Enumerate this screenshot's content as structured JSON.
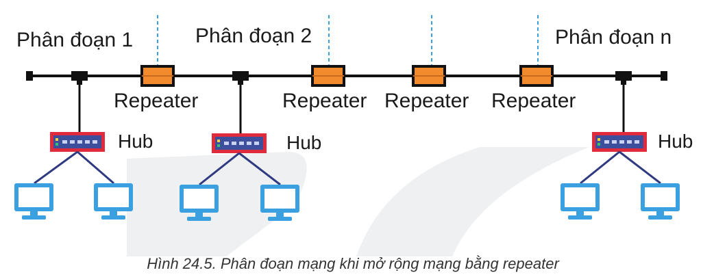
{
  "segments": [
    {
      "label": "Phân đoạn 1"
    },
    {
      "label": "Phân đoạn 2"
    },
    {
      "label": "Phân đoạn n"
    }
  ],
  "repeaters": [
    {
      "label": "Repeater"
    },
    {
      "label": "Repeater"
    },
    {
      "label": "Repeater"
    },
    {
      "label": "Repeater"
    }
  ],
  "hubs": [
    {
      "label": "Hub"
    },
    {
      "label": "Hub"
    },
    {
      "label": "Hub"
    }
  ],
  "caption": "Hình 24.5. Phân đoạn mạng khi mở rộng mạng bằng repeater",
  "colors": {
    "repeater_fill": "#f28a2e",
    "hub_border": "#e02b3c",
    "hub_body": "#3d4f9c",
    "computer": "#3aa0e0",
    "cable": "#2f3a80",
    "backbone": "#111111",
    "watermark": "#eef0f2"
  }
}
